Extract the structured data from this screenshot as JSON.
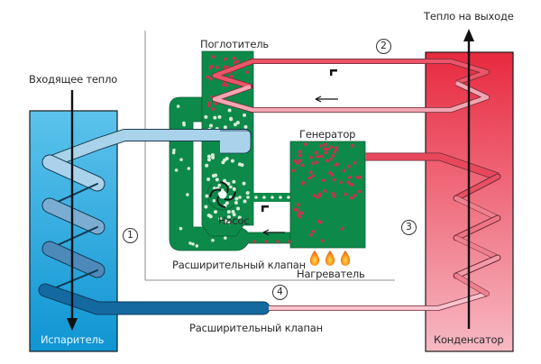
{
  "title": "Absorption heat pump schematic",
  "labels": {
    "incoming_heat": "Входящее тепло",
    "outgoing_heat": "Тепло на выходе",
    "absorber": "Поглотитель",
    "generator": "Генератор",
    "pump": "Насос",
    "expansion_valve_inner": "Расширительный клапан",
    "heater": "Нагреватель",
    "expansion_valve_outer": "Расширительный клапан",
    "evaporator": "Испаритель",
    "condenser": "Конденсатор"
  },
  "circuit_numbers": [
    "1",
    "2",
    "3",
    "4"
  ],
  "colors": {
    "evaporator_blue": "#1ea5de",
    "evaporator_pipe": "#9fcbe6",
    "evaporator_pipe_dark": "#146aa0",
    "condenser_red": "#e8334a",
    "condenser_light": "#f6b7c2",
    "solution_green": "#0d8a4a",
    "refrigerant_dot": "#c8334a",
    "absorbent_dot": "#d8ecd8",
    "frame_gray": "#a7a7a7",
    "flame_orange": "#f07a1e",
    "flame_yellow": "#ffd23a"
  },
  "icons": [
    "arrow-up-icon",
    "arrow-down-icon",
    "flow-arrow-left-icon",
    "valve-icon",
    "pump-impeller-icon",
    "flame-icon"
  ]
}
